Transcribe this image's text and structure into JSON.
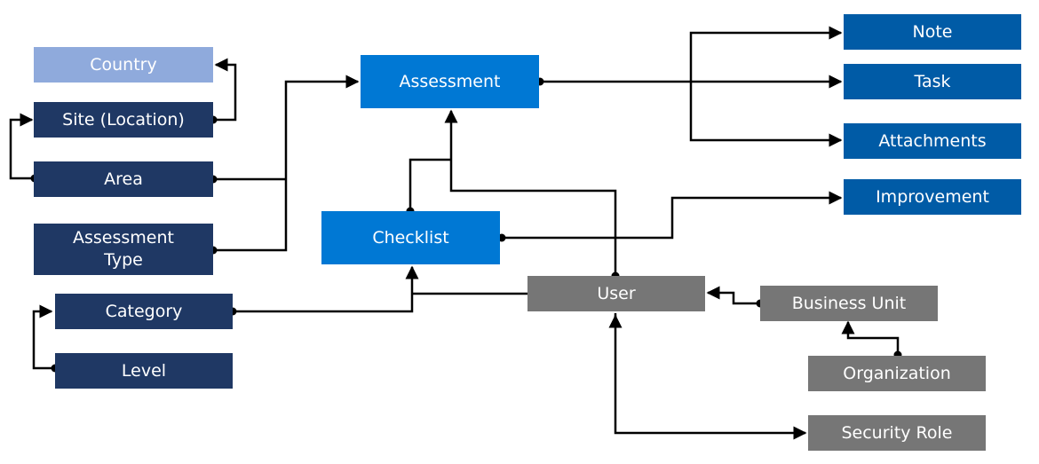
{
  "diagram": {
    "nodes": {
      "country": {
        "label": "Country",
        "color": "#8faadc"
      },
      "site": {
        "label": "Site (Location)",
        "color": "#1f3864"
      },
      "area": {
        "label": "Area",
        "color": "#1f3864"
      },
      "assessment_type": {
        "label_line1": "Assessment",
        "label_line2": "Type",
        "color": "#1f3864"
      },
      "category": {
        "label": "Category",
        "color": "#1f3864"
      },
      "level": {
        "label": "Level",
        "color": "#1f3864"
      },
      "assessment": {
        "label": "Assessment",
        "color": "#0078d4"
      },
      "checklist": {
        "label": "Checklist",
        "color": "#0078d4"
      },
      "note": {
        "label": "Note",
        "color": "#005ba6"
      },
      "task": {
        "label": "Task",
        "color": "#005ba6"
      },
      "attachments": {
        "label": "Attachments",
        "color": "#005ba6"
      },
      "improvement": {
        "label": "Improvement",
        "color": "#005ba6"
      },
      "user": {
        "label": "User",
        "color": "#767676"
      },
      "business_unit": {
        "label": "Business Unit",
        "color": "#767676"
      },
      "organization": {
        "label": "Organization",
        "color": "#767676"
      },
      "security_role": {
        "label": "Security Role",
        "color": "#767676"
      }
    },
    "connector_color": "#000000"
  }
}
